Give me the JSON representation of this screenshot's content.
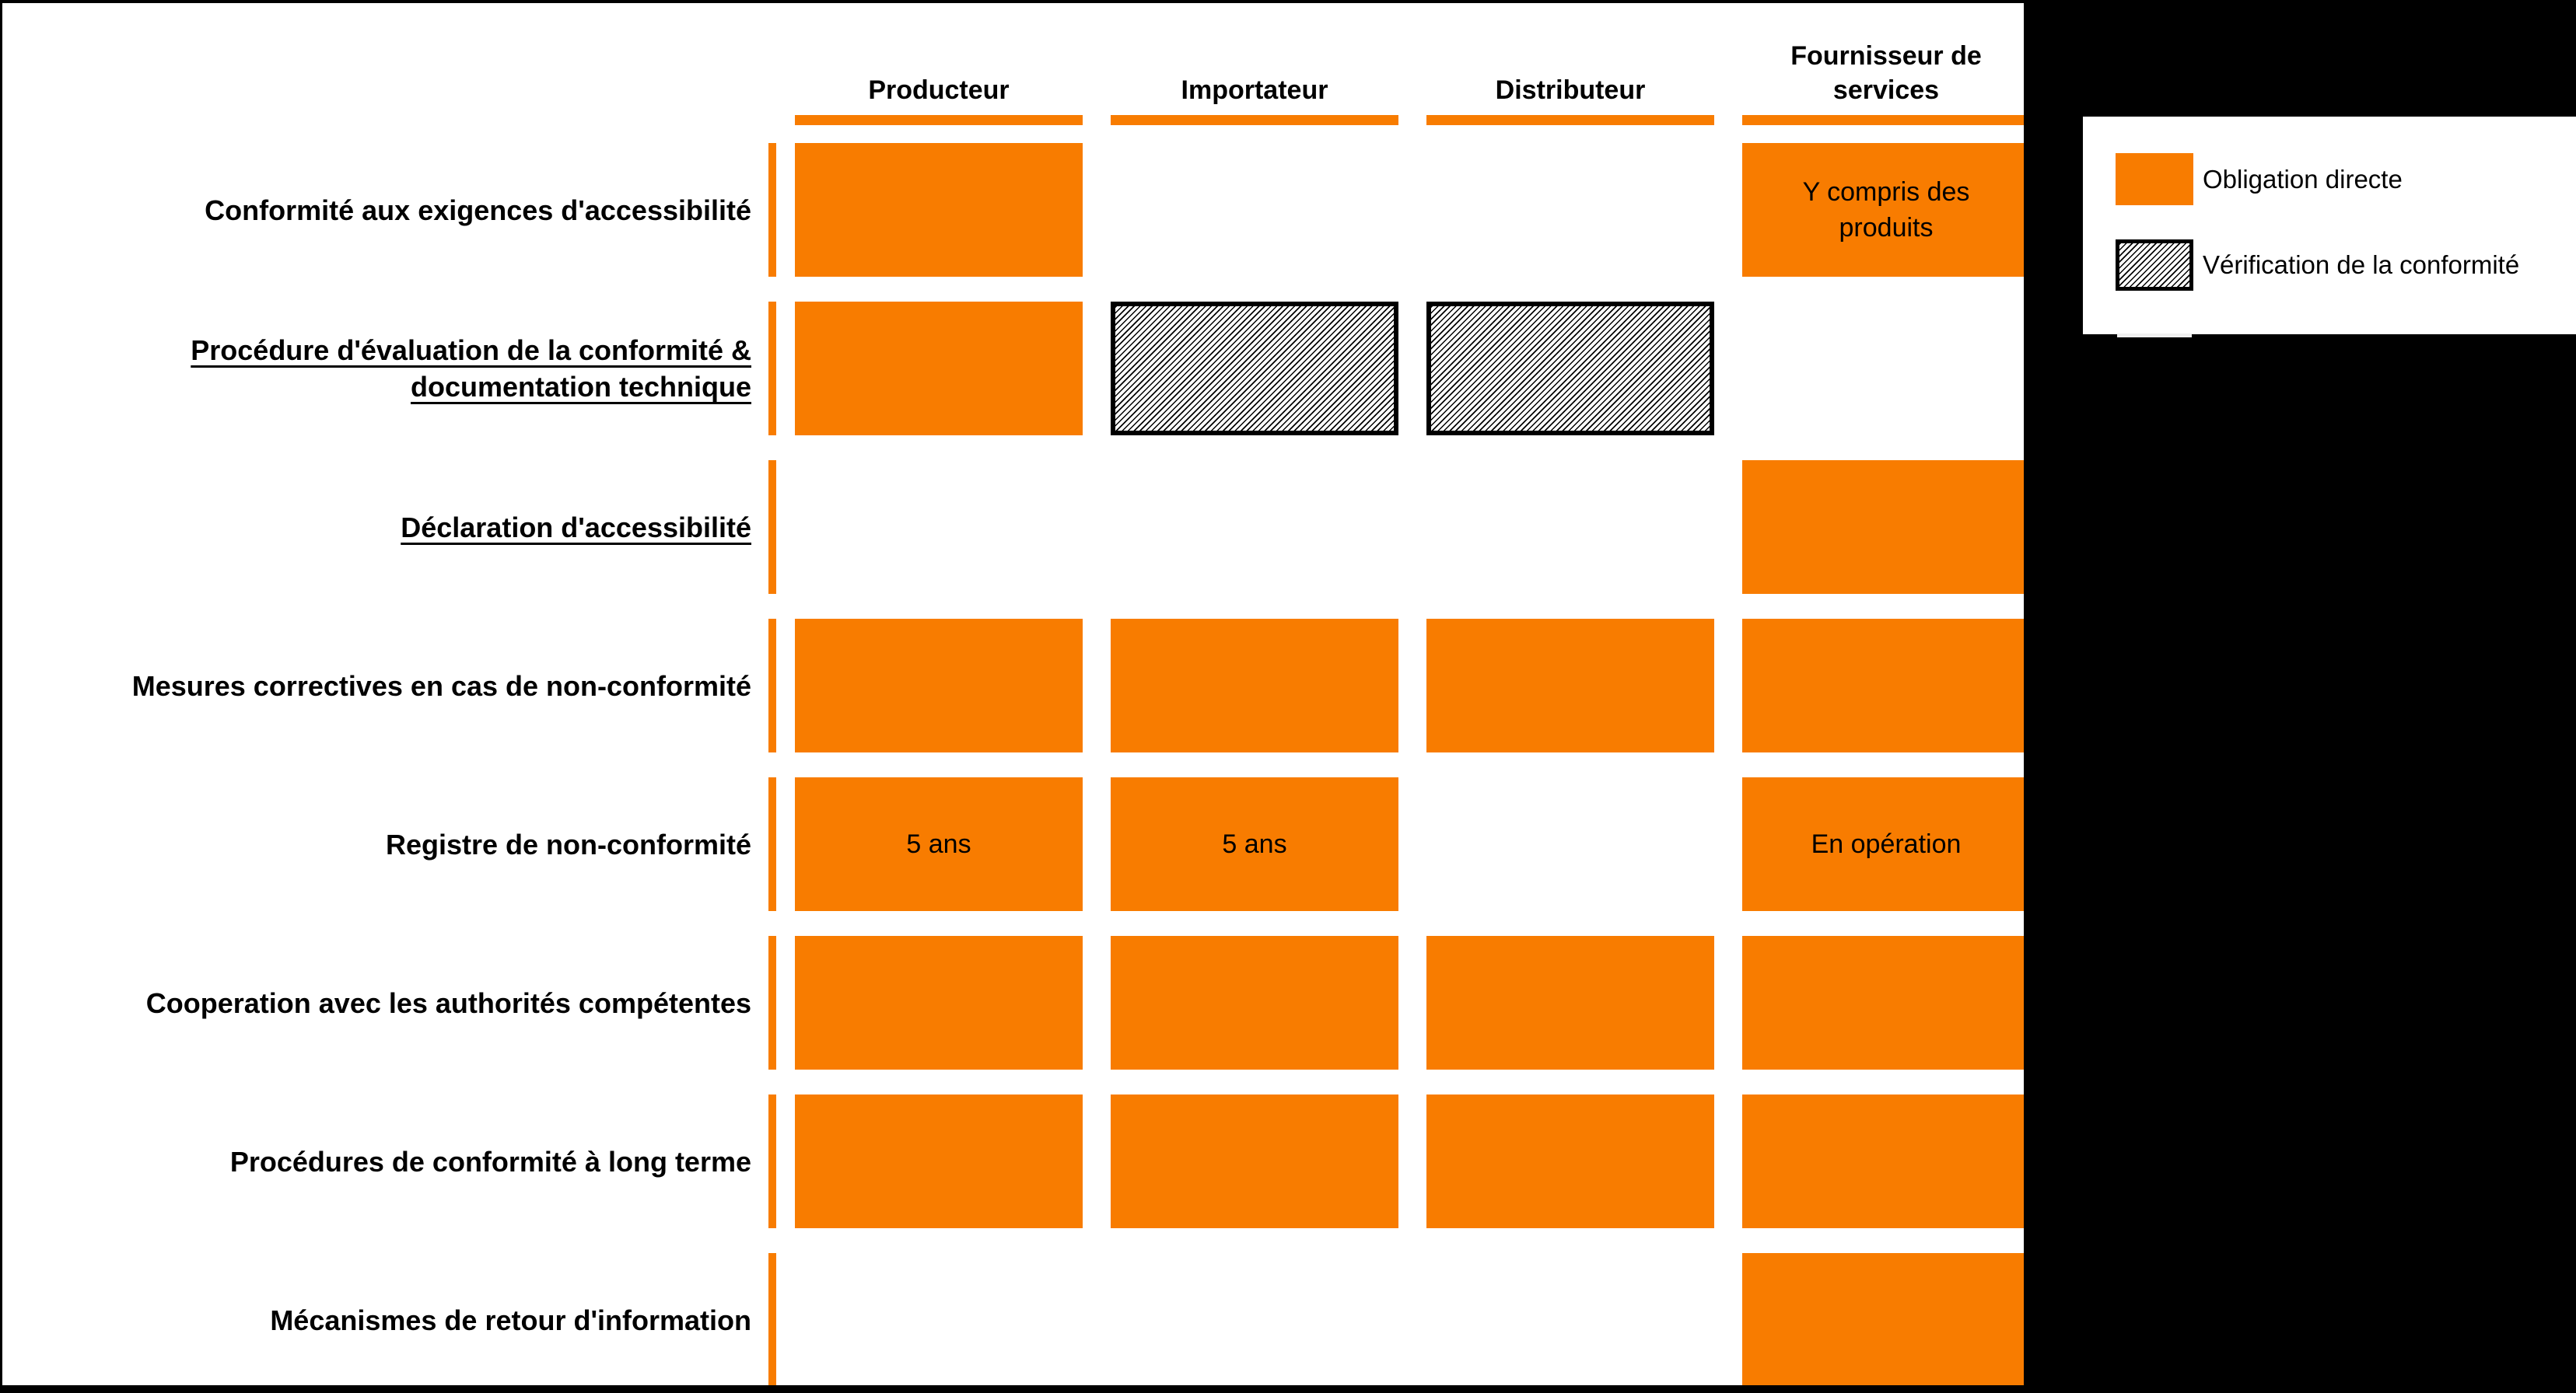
{
  "columns": [
    "Producteur",
    "Importateur",
    "Distributeur",
    "Fournisseur de services"
  ],
  "rows": [
    {
      "label": "Conformité aux exigences d'accessibilité",
      "underlined": false,
      "cells": [
        {
          "col": 1,
          "type": "direct",
          "text": ""
        },
        {
          "col": 4,
          "type": "direct",
          "text": "Y compris des produits"
        }
      ]
    },
    {
      "label": "Procédure d'évaluation de la conformité & documentation technique",
      "underlined": true,
      "cells": [
        {
          "col": 1,
          "type": "direct",
          "text": ""
        },
        {
          "col": 2,
          "type": "verification",
          "text": ""
        },
        {
          "col": 3,
          "type": "verification",
          "text": ""
        }
      ]
    },
    {
      "label": "Déclaration d'accessibilité",
      "underlined": true,
      "cells": [
        {
          "col": 4,
          "type": "direct",
          "text": ""
        }
      ]
    },
    {
      "label": "Mesures correctives en cas de non-conformité",
      "underlined": false,
      "cells": [
        {
          "col": 1,
          "type": "direct",
          "text": ""
        },
        {
          "col": 2,
          "type": "direct",
          "text": ""
        },
        {
          "col": 3,
          "type": "direct",
          "text": ""
        },
        {
          "col": 4,
          "type": "direct",
          "text": ""
        }
      ]
    },
    {
      "label": "Registre de non-conformité",
      "underlined": false,
      "cells": [
        {
          "col": 1,
          "type": "direct",
          "text": "5 ans"
        },
        {
          "col": 2,
          "type": "direct",
          "text": "5 ans"
        },
        {
          "col": 4,
          "type": "direct",
          "text": "En opération"
        }
      ]
    },
    {
      "label": "Cooperation avec les authorités compétentes",
      "underlined": false,
      "cells": [
        {
          "col": 1,
          "type": "direct",
          "text": ""
        },
        {
          "col": 2,
          "type": "direct",
          "text": ""
        },
        {
          "col": 3,
          "type": "direct",
          "text": ""
        },
        {
          "col": 4,
          "type": "direct",
          "text": ""
        }
      ]
    },
    {
      "label": "Procédures de conformité à long terme",
      "underlined": false,
      "cells": [
        {
          "col": 1,
          "type": "direct",
          "text": ""
        },
        {
          "col": 2,
          "type": "direct",
          "text": ""
        },
        {
          "col": 3,
          "type": "direct",
          "text": ""
        },
        {
          "col": 4,
          "type": "direct",
          "text": ""
        }
      ]
    },
    {
      "label": "Mécanismes de retour d'information",
      "underlined": false,
      "cells": [
        {
          "col": 4,
          "type": "direct",
          "text": ""
        }
      ]
    }
  ],
  "legend": {
    "items": [
      {
        "type": "direct",
        "label": "Obligation directe"
      },
      {
        "type": "verification",
        "label": "Vérification de la conformité"
      }
    ]
  },
  "colors": {
    "obligation_orange": "#F87C00",
    "verification_fill": "#FFFFFF",
    "verification_line": "#000000",
    "canvas": "#FFFFFF",
    "background": "#000000"
  }
}
